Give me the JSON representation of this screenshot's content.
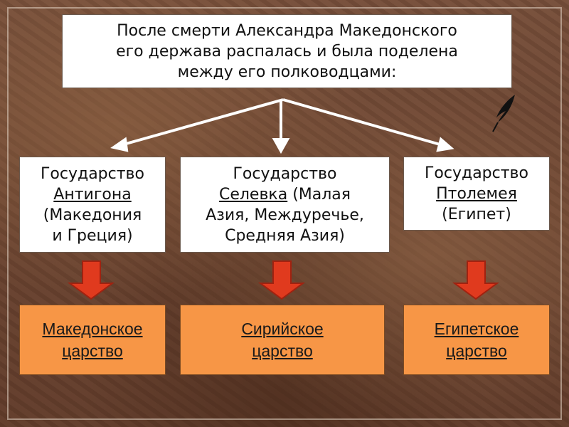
{
  "intro": {
    "line1": "После смерти Александра Македонского",
    "line2": "его держава распалась и была поделена",
    "line3": "между его полководцами:"
  },
  "states": [
    {
      "label": "Государство",
      "ruler": "Антигона",
      "region_a": "(Македония",
      "region_b": "и Греция)"
    },
    {
      "label": "Государство",
      "ruler": "Селевка",
      "region_a": " (Малая",
      "region_b": "Азия, Междуречье,",
      "region_c": "Средняя Азия)"
    },
    {
      "label": "Государство",
      "ruler": "Птолемея",
      "region_a": "(Египет)"
    }
  ],
  "kingdoms": [
    {
      "line1": "Македонское ",
      "line2": "царство"
    },
    {
      "line1": "Сирийское",
      "line2": "царство"
    },
    {
      "line1": "Египетское",
      "line2": "царство"
    }
  ],
  "colors": {
    "arrow_red": "#e03a1e",
    "kingdom_fill": "#f79646",
    "box_fill": "#ffffff"
  },
  "icons": [
    "quill-icon",
    "arrow-down-icon"
  ]
}
